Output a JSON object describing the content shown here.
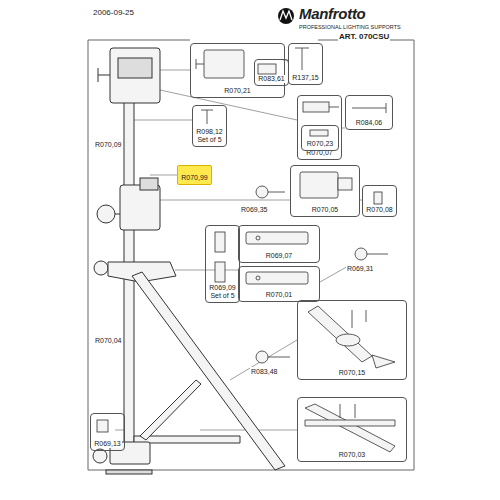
{
  "diagram": {
    "nodes": [
      {
        "text": [
          "R070,21"
        ]
      },
      {
        "text": [
          "R083,61"
        ],
        "in": 0
      },
      {
        "text": [
          "R137,15"
        ]
      },
      {
        "text": [
          "R098,12 Set of 5"
        ]
      },
      {
        "text": [
          "R070,07"
        ]
      },
      {
        "text": [
          "R070,23"
        ],
        "in": 4
      },
      {
        "text": [
          "R084,06"
        ]
      },
      {
        "text": [
          "R070,99"
        ]
      },
      {
        "text": [
          "R070,05"
        ]
      },
      {
        "text": [
          "R070,08"
        ]
      },
      {
        "text": [
          "R069,09 Set of 5"
        ]
      },
      {
        "text": [
          "R069,07"
        ]
      },
      {
        "text": [
          "R070,01"
        ]
      },
      {
        "text": [
          "R070,15"
        ]
      },
      {
        "text": [
          "R070,03"
        ]
      },
      {
        "text": [
          "R069,13"
        ]
      }
    ],
    "labels": [
      "2006-09-25",
      "Manfrotto",
      "PROFESSIONAL LIGHTING SUPPORTS",
      "ART. 070CSU",
      "R070,09",
      "R069,35",
      "R069,31",
      "R070,04",
      "R083,48"
    ]
  }
}
